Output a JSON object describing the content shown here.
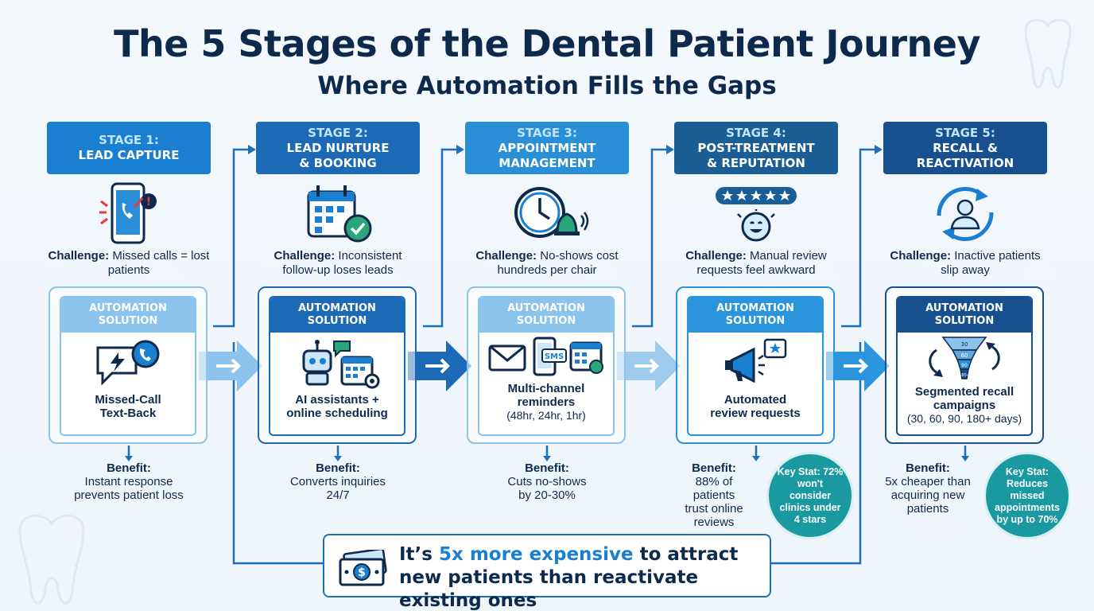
{
  "title": "The 5 Stages of the Dental Patient Journey",
  "subtitle": "Where Automation Fills the Gaps",
  "solution_label_1": "AUTOMATION",
  "solution_label_2": "SOLUTION",
  "colors": {
    "stage1": "#1a7fd0",
    "stage2": "#1c69b5",
    "stage3": "#2a8fd6",
    "stage4": "#1b5e96",
    "stage5": "#18508f",
    "teal": "#1a9aa0",
    "navy": "#0d2a4d"
  },
  "stages": [
    {
      "num": "STAGE 1:",
      "title_1": "LEAD CAPTURE",
      "title_2": "",
      "icon": "phone-missed-call-icon",
      "challenge_label": "Challenge:",
      "challenge_text": " Missed calls = lost patients",
      "solution_icon": "chat-bubble-lightning-icon",
      "solution_1": "Missed-Call",
      "solution_2": "Text-Back",
      "solution_sub": "",
      "benefit_label": "Benefit:",
      "benefit_1": "Instant response",
      "benefit_2": "prevents patient loss",
      "benefit_3": "",
      "keystat": ""
    },
    {
      "num": "STAGE 2:",
      "title_1": "LEAD NURTURE",
      "title_2": "& BOOKING",
      "icon": "calendar-check-icon",
      "challenge_label": "Challenge:",
      "challenge_text": " Inconsistent follow-up loses leads",
      "solution_icon": "robot-calendar-icon",
      "solution_1": "AI assistants +",
      "solution_2": "online scheduling",
      "solution_sub": "",
      "benefit_label": "Benefit:",
      "benefit_1": "Converts inquiries",
      "benefit_2": "24/7",
      "benefit_3": "",
      "keystat": ""
    },
    {
      "num": "STAGE 3:",
      "title_1": "APPOINTMENT",
      "title_2": "MANAGEMENT",
      "icon": "clock-bell-icon",
      "challenge_label": "Challenge:",
      "challenge_text": " No-shows cost hundreds per chair",
      "solution_icon": "email-sms-calendar-icon",
      "solution_1": "Multi-channel",
      "solution_2": "reminders",
      "solution_sub": "(48hr, 24hr, 1hr)",
      "benefit_label": "Benefit:",
      "benefit_1": "Cuts no-shows",
      "benefit_2": "by 20-30%",
      "benefit_3": "",
      "keystat": ""
    },
    {
      "num": "STAGE 4:",
      "title_1": "POST-TREATMENT",
      "title_2": "& REPUTATION",
      "icon": "five-star-smiley-icon",
      "challenge_label": "Challenge:",
      "challenge_text": " Manual review requests feel awkward",
      "solution_icon": "megaphone-star-icon",
      "solution_1": "Automated",
      "solution_2": "review requests",
      "solution_sub": "",
      "benefit_label": "Benefit:",
      "benefit_1": "88% of patients",
      "benefit_2": "trust online",
      "benefit_3": "reviews",
      "keystat": "Key Stat: 72% won't consider clinics under 4 stars"
    },
    {
      "num": "STAGE 5:",
      "title_1": "RECALL &",
      "title_2": "REACTIVATION",
      "icon": "person-cycle-icon",
      "challenge_label": "Challenge:",
      "challenge_text": " Inactive patients slip away",
      "solution_icon": "funnel-cycle-icon",
      "solution_1": "Segmented recall",
      "solution_2": "campaigns",
      "solution_sub": "(30, 60, 90, 180+ days)",
      "benefit_label": "Benefit:",
      "benefit_1": "5x cheaper than",
      "benefit_2": "acquiring new",
      "benefit_3": "patients",
      "keystat": "Key Stat: Reduces missed appointments by up to 70%"
    }
  ],
  "funnel_labels": [
    "30",
    "60",
    "90",
    "180+"
  ],
  "bottom": {
    "pre": "It’s ",
    "highlight": "5x more expensive",
    "post": " to attract new patients than reactivate existing ones",
    "icon": "money-bill-icon"
  }
}
